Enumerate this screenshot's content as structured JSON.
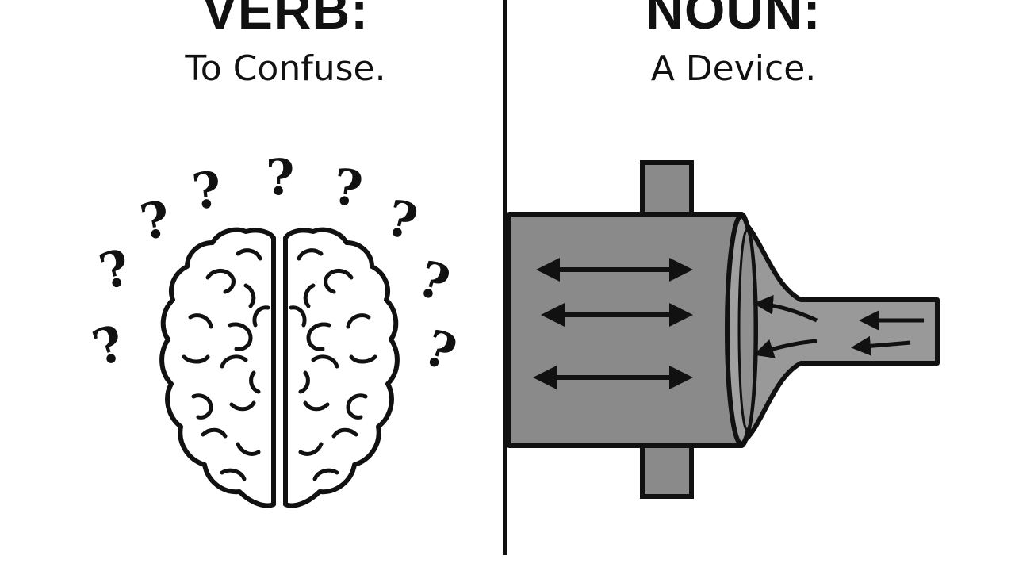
{
  "left": {
    "heading": "VERB:",
    "subheading": "To Confuse."
  },
  "right": {
    "heading": "NOUN:",
    "subheading": "A Device."
  },
  "illustrations": {
    "left_icon": "confused-brain-icon",
    "right_icon": "nozzle-device-icon"
  },
  "colors": {
    "ink": "#111111",
    "device_fill": "#8a8a8a",
    "background": "#ffffff"
  }
}
